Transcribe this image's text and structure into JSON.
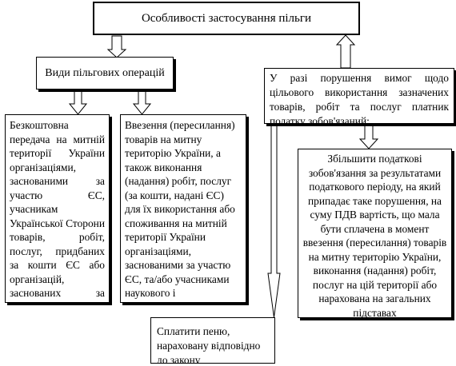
{
  "title": "Особливості застосування пільги",
  "types_label": "Види пільгових операцій",
  "violation": "У разі порушення вимог щодо цільового використання зазначених товарів, робіт та послуг платник податку зобов'язаний:",
  "free_transfer": "Безкоштовна передача на митній території України організаціями, заснованими за участю ЄС, учасникам Української Сторони товарів, робіт, послуг, придбаних за кошти ЄС або організацій, заснованих за участю ЄС",
  "import": "Ввезення (пересилання) товарів на митну територію України, а також виконання (надання) робіт, послуг (за кошти, надані ЄС) для їх використання або споживання на митній території України організаціями, заснованими за участю ЄС, та/або учасниками наукового і технологічного співробітництва",
  "increase": "Збільшити податкові зобов'язання за результатами податкового періоду, на який припадає таке порушення, на суму ПДВ вартість, що мала бути сплачена в момент ввезення (пересилання) товарів на митну територію України, виконання (надання) робіт, послуг на цій території або нарахована на загальних підставах",
  "penalty": "Сплатити пеню, нараховану відповідно до закону"
}
